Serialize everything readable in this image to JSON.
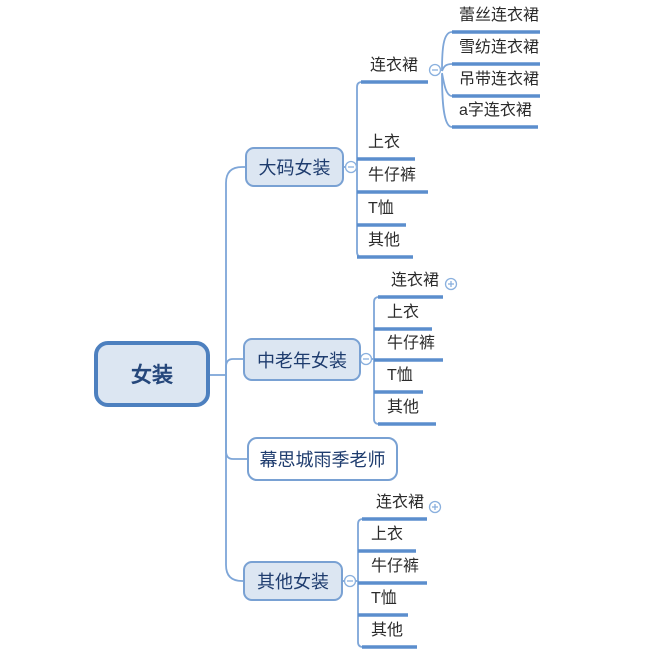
{
  "colors": {
    "root_border": "#4d80bf",
    "branch_border": "#79a1d3",
    "node_fill": "#dce6f2",
    "plain_node_fill": "#ffffff",
    "node_text": "#1e3c6e",
    "leaf_text": "#2b2b2b",
    "connector_line": "#7ea6d8",
    "topic_underline": "#5b8ecd",
    "toggle_icon": "#8ab0de"
  },
  "root": {
    "label": "女装"
  },
  "branches": [
    {
      "label": "大码女装",
      "toggle": "minus",
      "children": [
        {
          "label": "连衣裙",
          "toggle": "minus",
          "children": [
            {
              "label": "蕾丝连衣裙"
            },
            {
              "label": "雪纺连衣裙"
            },
            {
              "label": "吊带连衣裙"
            },
            {
              "label": "a字连衣裙"
            }
          ]
        },
        {
          "label": "上衣"
        },
        {
          "label": "牛仔裤"
        },
        {
          "label": "T恤"
        },
        {
          "label": "其他"
        }
      ]
    },
    {
      "label": "中老年女装",
      "toggle": "minus",
      "children": [
        {
          "label": "连衣裙",
          "toggle": "plus"
        },
        {
          "label": "上衣"
        },
        {
          "label": "牛仔裤"
        },
        {
          "label": "T恤"
        },
        {
          "label": "其他"
        }
      ]
    },
    {
      "label": "幕思城雨季老师"
    },
    {
      "label": "其他女装",
      "toggle": "minus",
      "children": [
        {
          "label": "连衣裙",
          "toggle": "plus"
        },
        {
          "label": "上衣"
        },
        {
          "label": "牛仔裤"
        },
        {
          "label": "T恤"
        },
        {
          "label": "其他"
        }
      ]
    }
  ]
}
